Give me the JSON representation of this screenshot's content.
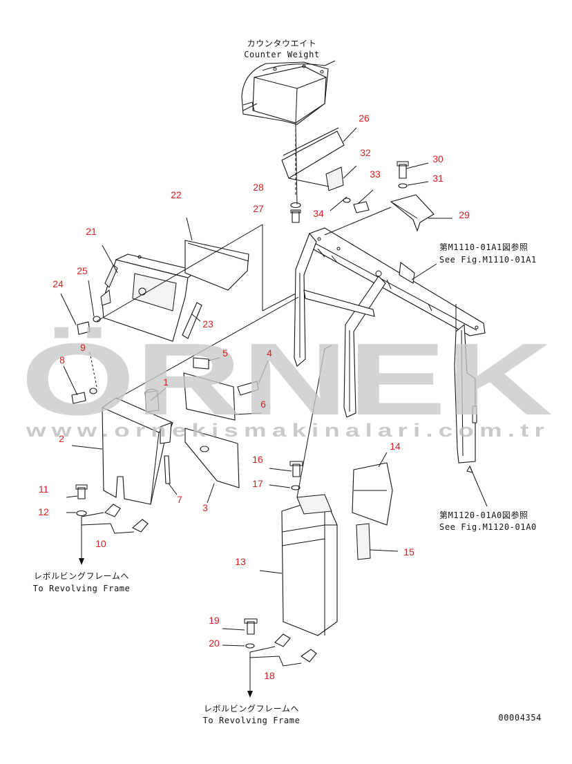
{
  "captions": {
    "counterweight_jp": "カウンタウエイト",
    "counterweight_en": "Counter Weight",
    "ref_top_jp": "第M1110-01A1図参照",
    "ref_top_en": "See Fig.M1110-01A1",
    "ref_bottom_jp": "第M1120-01A0図参照",
    "ref_bottom_en": "See Fig.M1120-01A0",
    "revolving_left_jp": "レボルビングフレームへ",
    "revolving_left_en": "To Revolving Frame",
    "revolving_bottom_jp": "レボルビングフレームへ",
    "revolving_bottom_en": "To Revolving Frame",
    "drawing_number": "00004354"
  },
  "watermark": {
    "brand": "ÖRNEK",
    "url": "www.ornekismakinalari.com.tr"
  },
  "callouts": [
    "1",
    "2",
    "3",
    "4",
    "5",
    "6",
    "7",
    "8",
    "9",
    "10",
    "11",
    "12",
    "13",
    "14",
    "15",
    "16",
    "17",
    "18",
    "19",
    "20",
    "21",
    "22",
    "23",
    "24",
    "25",
    "26",
    "27",
    "28",
    "29",
    "30",
    "31",
    "32",
    "33",
    "34"
  ],
  "colors": {
    "callout": "#d42020",
    "line": "#111111",
    "watermark": "#c9c9c9"
  }
}
